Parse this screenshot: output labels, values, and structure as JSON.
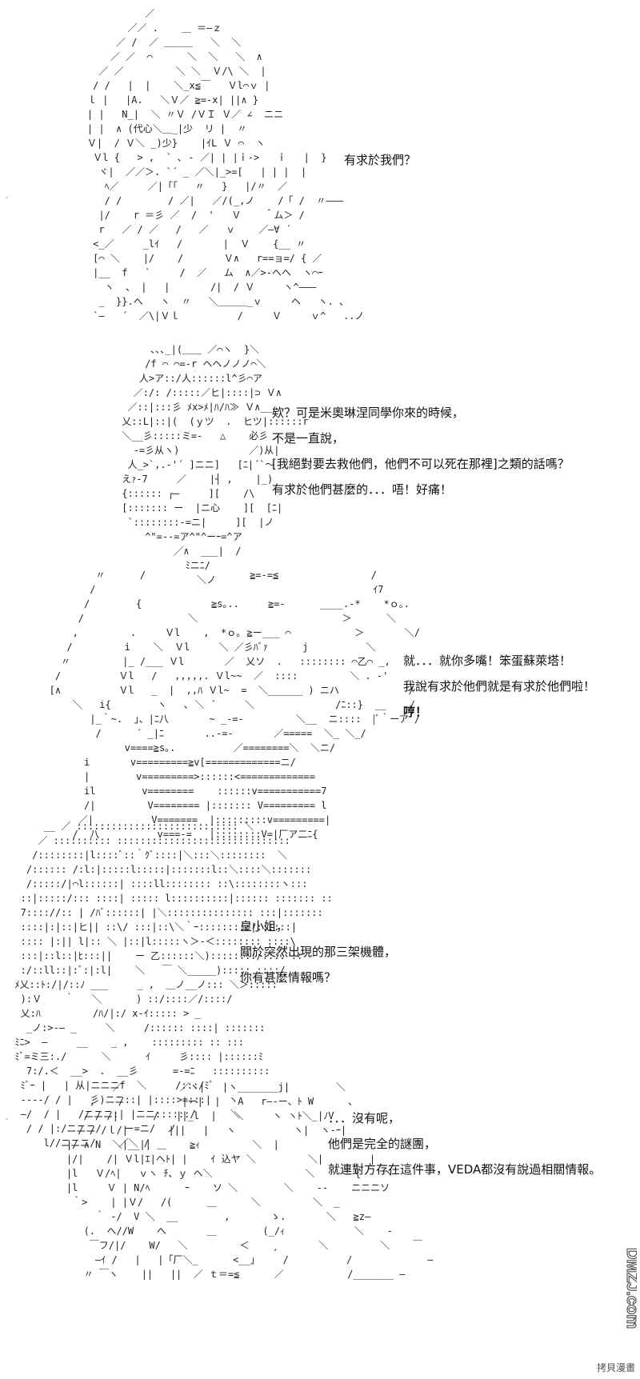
{
  "panels": [
    {
      "lines": [
        "有求於我們？"
      ]
    },
    {
      "lines": [
        "欸？可是米奧琳涅同學你來的時候，",
        "不是一直說，",
        "[我絕對要去救他們，他們不可以死在那裡]之類的話嗎？",
        "有求於他們甚麼的．．．唔！好痛！"
      ]
    },
    {
      "lines": [
        "就．．．就你多嘴！笨蛋蘇萊塔！",
        "我說有求於他們就是有求於他們啦！",
        "哼！"
      ]
    },
    {
      "lines": [
        "皇小姐，",
        "關於突然出現的那三架機體，",
        "你有甚麼情報嗎？"
      ]
    },
    {
      "lines": [
        "．．．沒有呢，",
        "他們是完全的謎團，",
        "就連對方存在這件事，VEDA都沒有說過相關情報。"
      ]
    }
  ],
  "watermark": {
    "vertical_logo": "DMZJ.com",
    "site": "拷貝漫畫"
  },
  "icons": {
    "logo": "dmzj-logo-icon"
  }
}
